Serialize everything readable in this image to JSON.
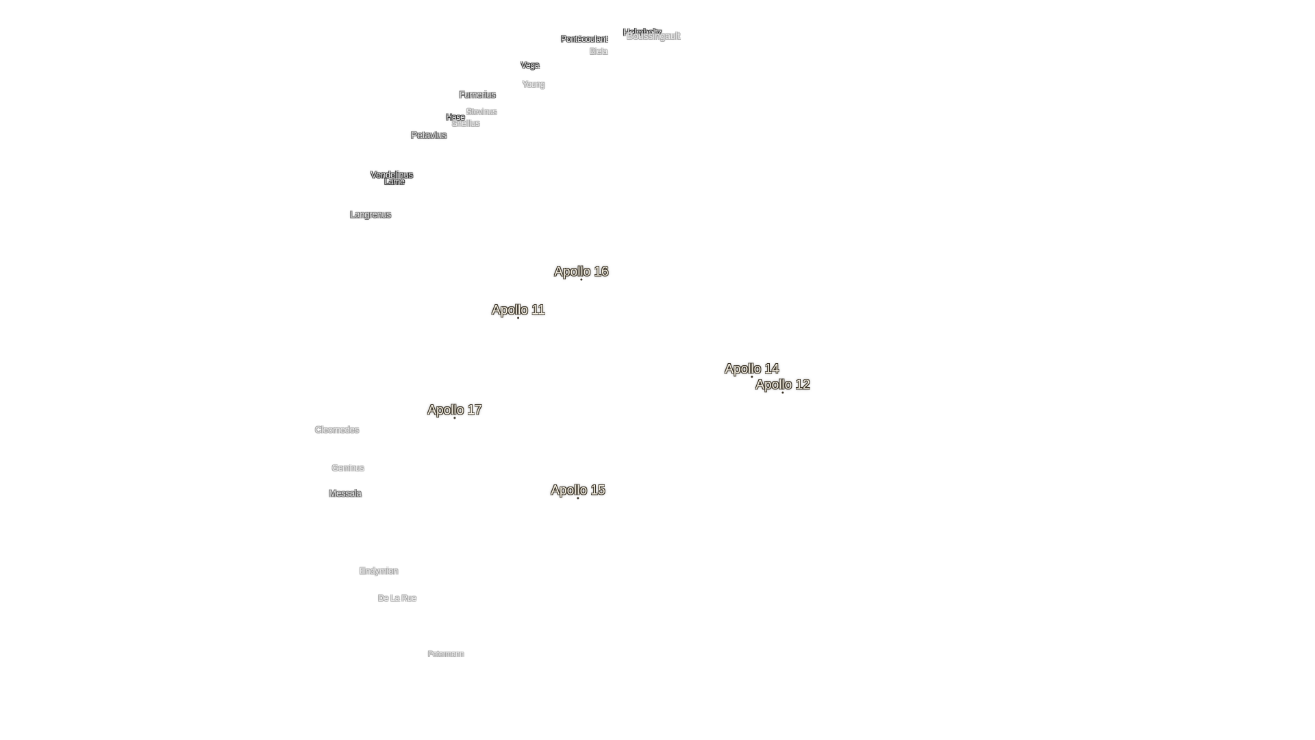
{
  "craters": [
    {
      "name": "Helmholtz",
      "tone": "bright"
    },
    {
      "name": "Boussingault",
      "tone": "faint"
    },
    {
      "name": "Pontécoulant",
      "tone": "bright"
    },
    {
      "name": "Biela",
      "tone": "faint"
    },
    {
      "name": "Vega",
      "tone": "bright"
    },
    {
      "name": "Young",
      "tone": "faint"
    },
    {
      "name": "Furnerius",
      "tone": "mid"
    },
    {
      "name": "Stevinus",
      "tone": "faint"
    },
    {
      "name": "Hase",
      "tone": "bright"
    },
    {
      "name": "Snellius",
      "tone": "faint"
    },
    {
      "name": "Petavius",
      "tone": "mid"
    },
    {
      "name": "Vendelinus",
      "tone": "bright"
    },
    {
      "name": "Lamé",
      "tone": "bright"
    },
    {
      "name": "Langrenus",
      "tone": "mid"
    },
    {
      "name": "Cleomedes",
      "tone": "faint"
    },
    {
      "name": "Geminus",
      "tone": "faint"
    },
    {
      "name": "Messala",
      "tone": "mid"
    },
    {
      "name": "Endymion",
      "tone": "faint"
    },
    {
      "name": "De La Rue",
      "tone": "faint"
    },
    {
      "name": "Petermann",
      "tone": "faint"
    }
  ],
  "apollo_sites": [
    {
      "name": "Apollo 16"
    },
    {
      "name": "Apollo 11"
    },
    {
      "name": "Apollo 14"
    },
    {
      "name": "Apollo 12"
    },
    {
      "name": "Apollo 17"
    },
    {
      "name": "Apollo 15"
    }
  ]
}
